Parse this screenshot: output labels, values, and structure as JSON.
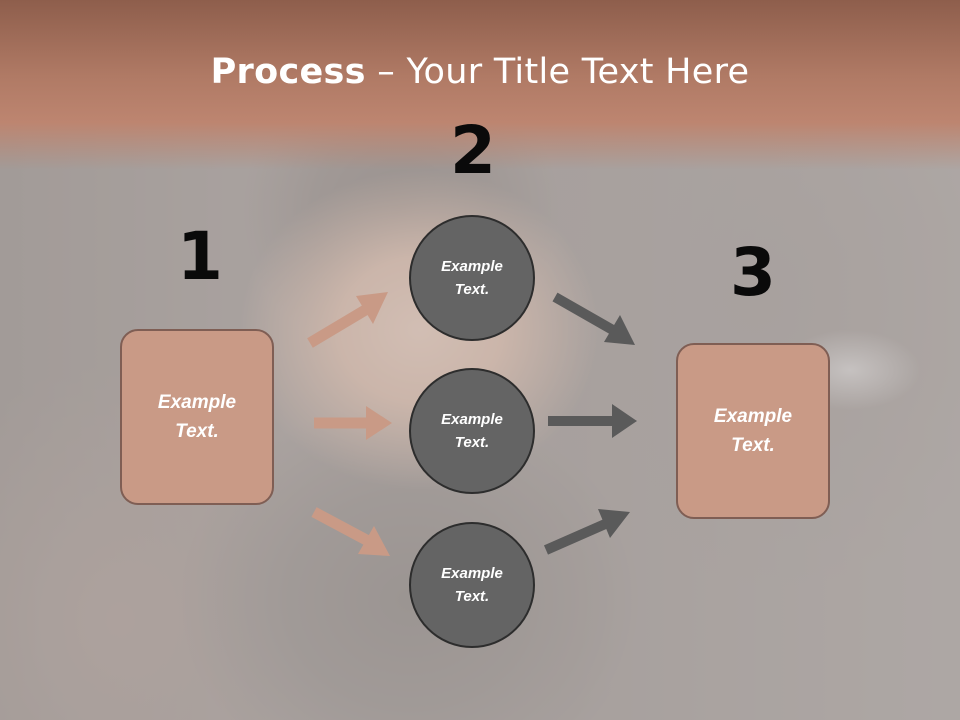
{
  "title": {
    "bold": "Process",
    "rest": " – Your Title Text Here"
  },
  "steps": [
    {
      "number": "1"
    },
    {
      "number": "2"
    },
    {
      "number": "3"
    }
  ],
  "source_box": {
    "text": "Example Text."
  },
  "middle_circles": [
    {
      "text": "Example Text."
    },
    {
      "text": "Example Text."
    },
    {
      "text": "Example Text."
    }
  ],
  "target_box": {
    "text": "Example Text."
  },
  "colors": {
    "title_band": "#b07a65",
    "box_fill": "#c99a86",
    "box_border": "#7f5e54",
    "circle_fill": "#646464",
    "arrow_in": "#c99a86",
    "arrow_out": "#5a5a5a",
    "number_text": "#0a0a0a"
  }
}
